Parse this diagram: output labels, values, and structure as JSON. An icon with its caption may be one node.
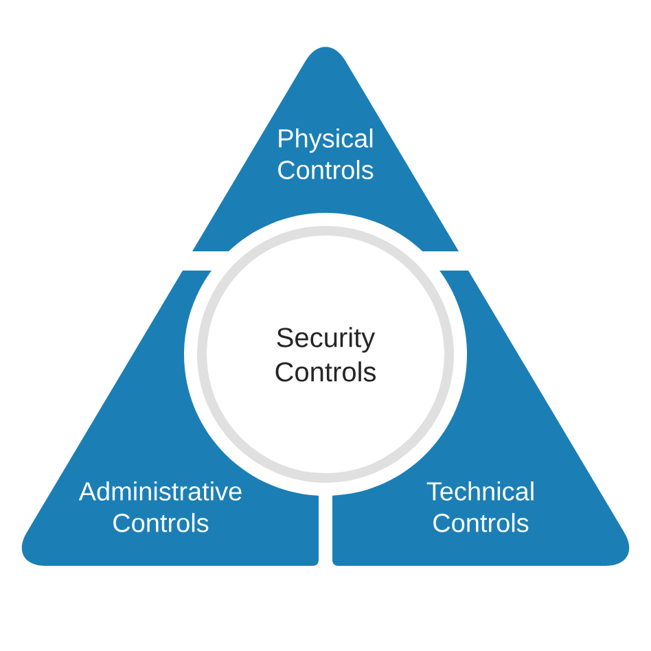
{
  "diagram": {
    "nodes": [
      {
        "text": [
          "Physical Controls"
        ]
      },
      {
        "text": [
          "Security Controls"
        ]
      },
      {
        "text": [
          "Administrative Controls"
        ]
      },
      {
        "text": [
          "Technical Controls"
        ]
      }
    ]
  }
}
